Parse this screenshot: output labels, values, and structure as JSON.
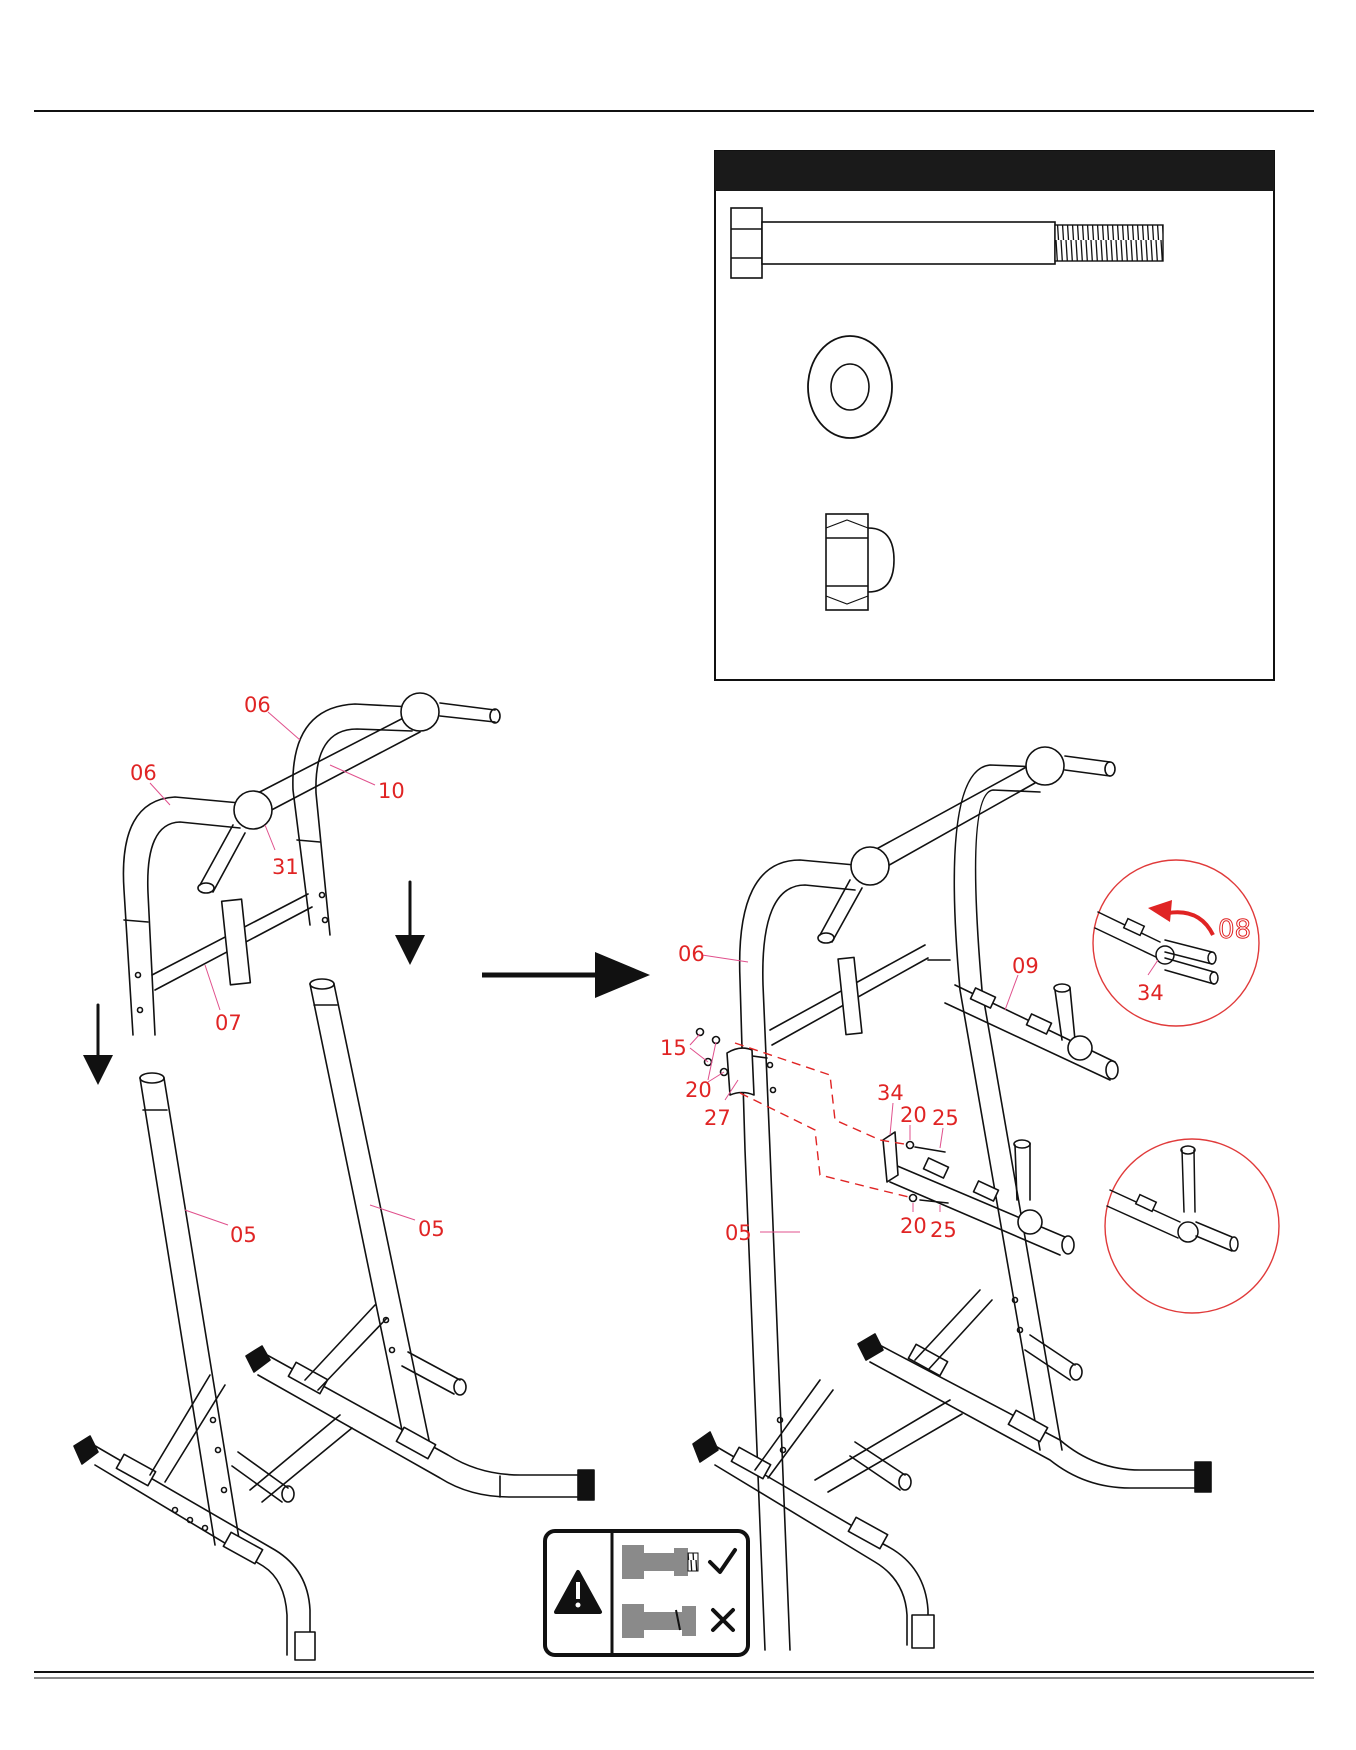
{
  "hardware_panel": {
    "header_text": "",
    "items": [
      {
        "name": "bolt-icon"
      },
      {
        "name": "washer-icon"
      },
      {
        "name": "lock-nut-icon"
      }
    ]
  },
  "callouts": {
    "left": [
      {
        "id": "06"
      },
      {
        "id": "06"
      },
      {
        "id": "10"
      },
      {
        "id": "31"
      },
      {
        "id": "07"
      },
      {
        "id": "05"
      },
      {
        "id": "05"
      }
    ],
    "right": [
      {
        "id": "06"
      },
      {
        "id": "09"
      },
      {
        "id": "15"
      },
      {
        "id": "20"
      },
      {
        "id": "27"
      },
      {
        "id": "34"
      },
      {
        "id": "20"
      },
      {
        "id": "25"
      },
      {
        "id": "20"
      },
      {
        "id": "25"
      },
      {
        "id": "05"
      }
    ],
    "detail_top": [
      {
        "id": "08"
      },
      {
        "id": "34"
      }
    ]
  },
  "colors": {
    "callout": "#e02424",
    "leader": "#e0508c",
    "detail_circle": "#e03a3a",
    "ink": "#111111",
    "warning_grey": "#8a8a8a"
  },
  "warning_box": {
    "icons": [
      "warning-triangle-icon",
      "check-icon",
      "cross-icon"
    ]
  }
}
